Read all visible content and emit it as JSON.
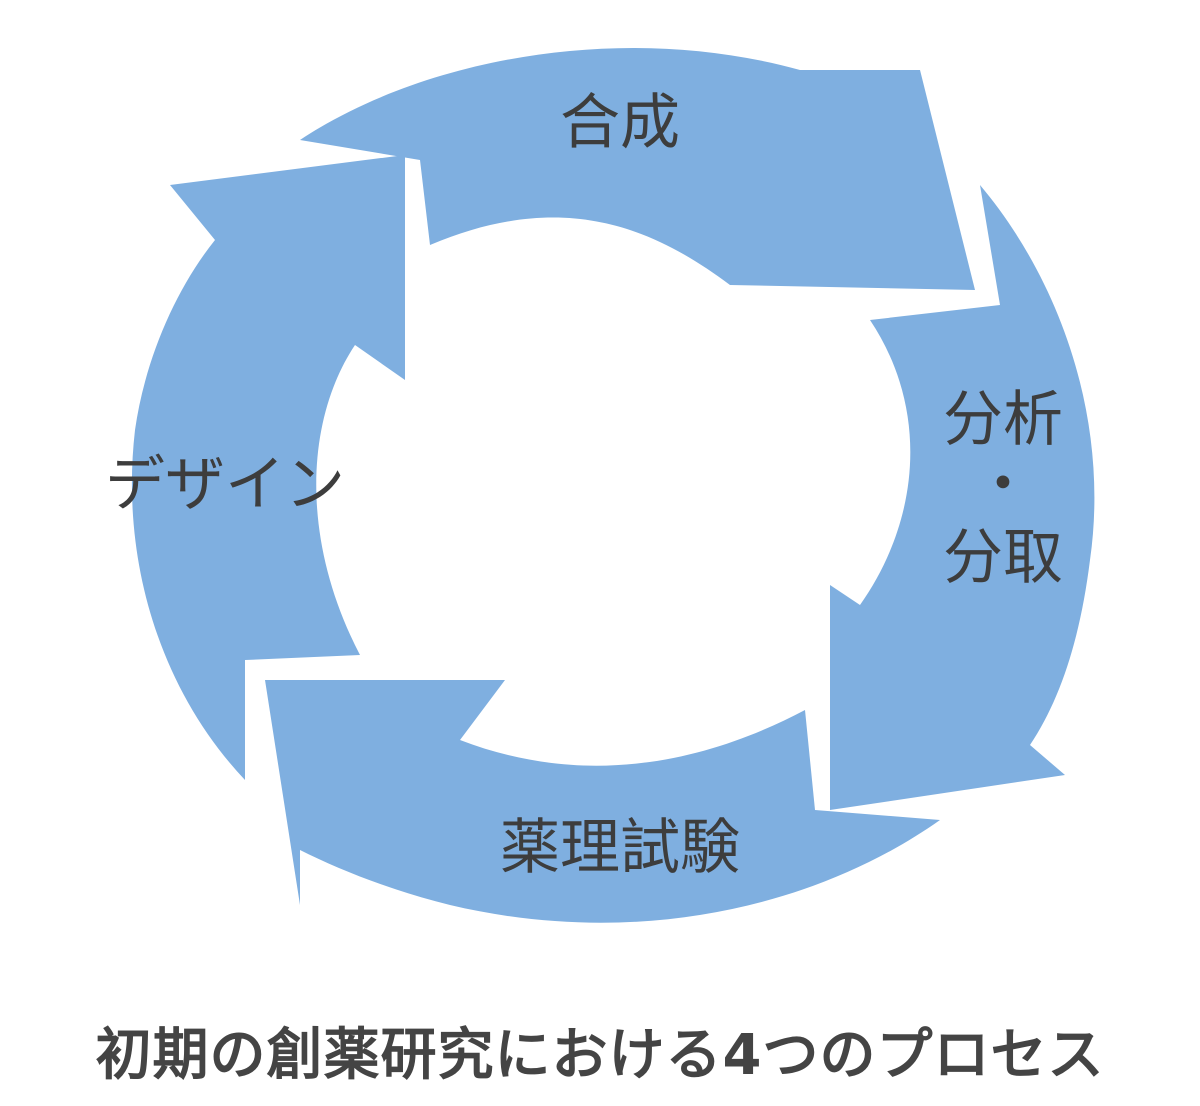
{
  "diagram": {
    "arrow_color": "#7fafe0",
    "text_color": "#3d3d3d",
    "stages": {
      "synthesis": "合成",
      "analysis_line1": "分析",
      "analysis_dot": "・",
      "analysis_line2": "分取",
      "pharmacology": "薬理試験",
      "design": "デザイン"
    },
    "caption": "初期の創薬研究における4つのプロセス"
  }
}
